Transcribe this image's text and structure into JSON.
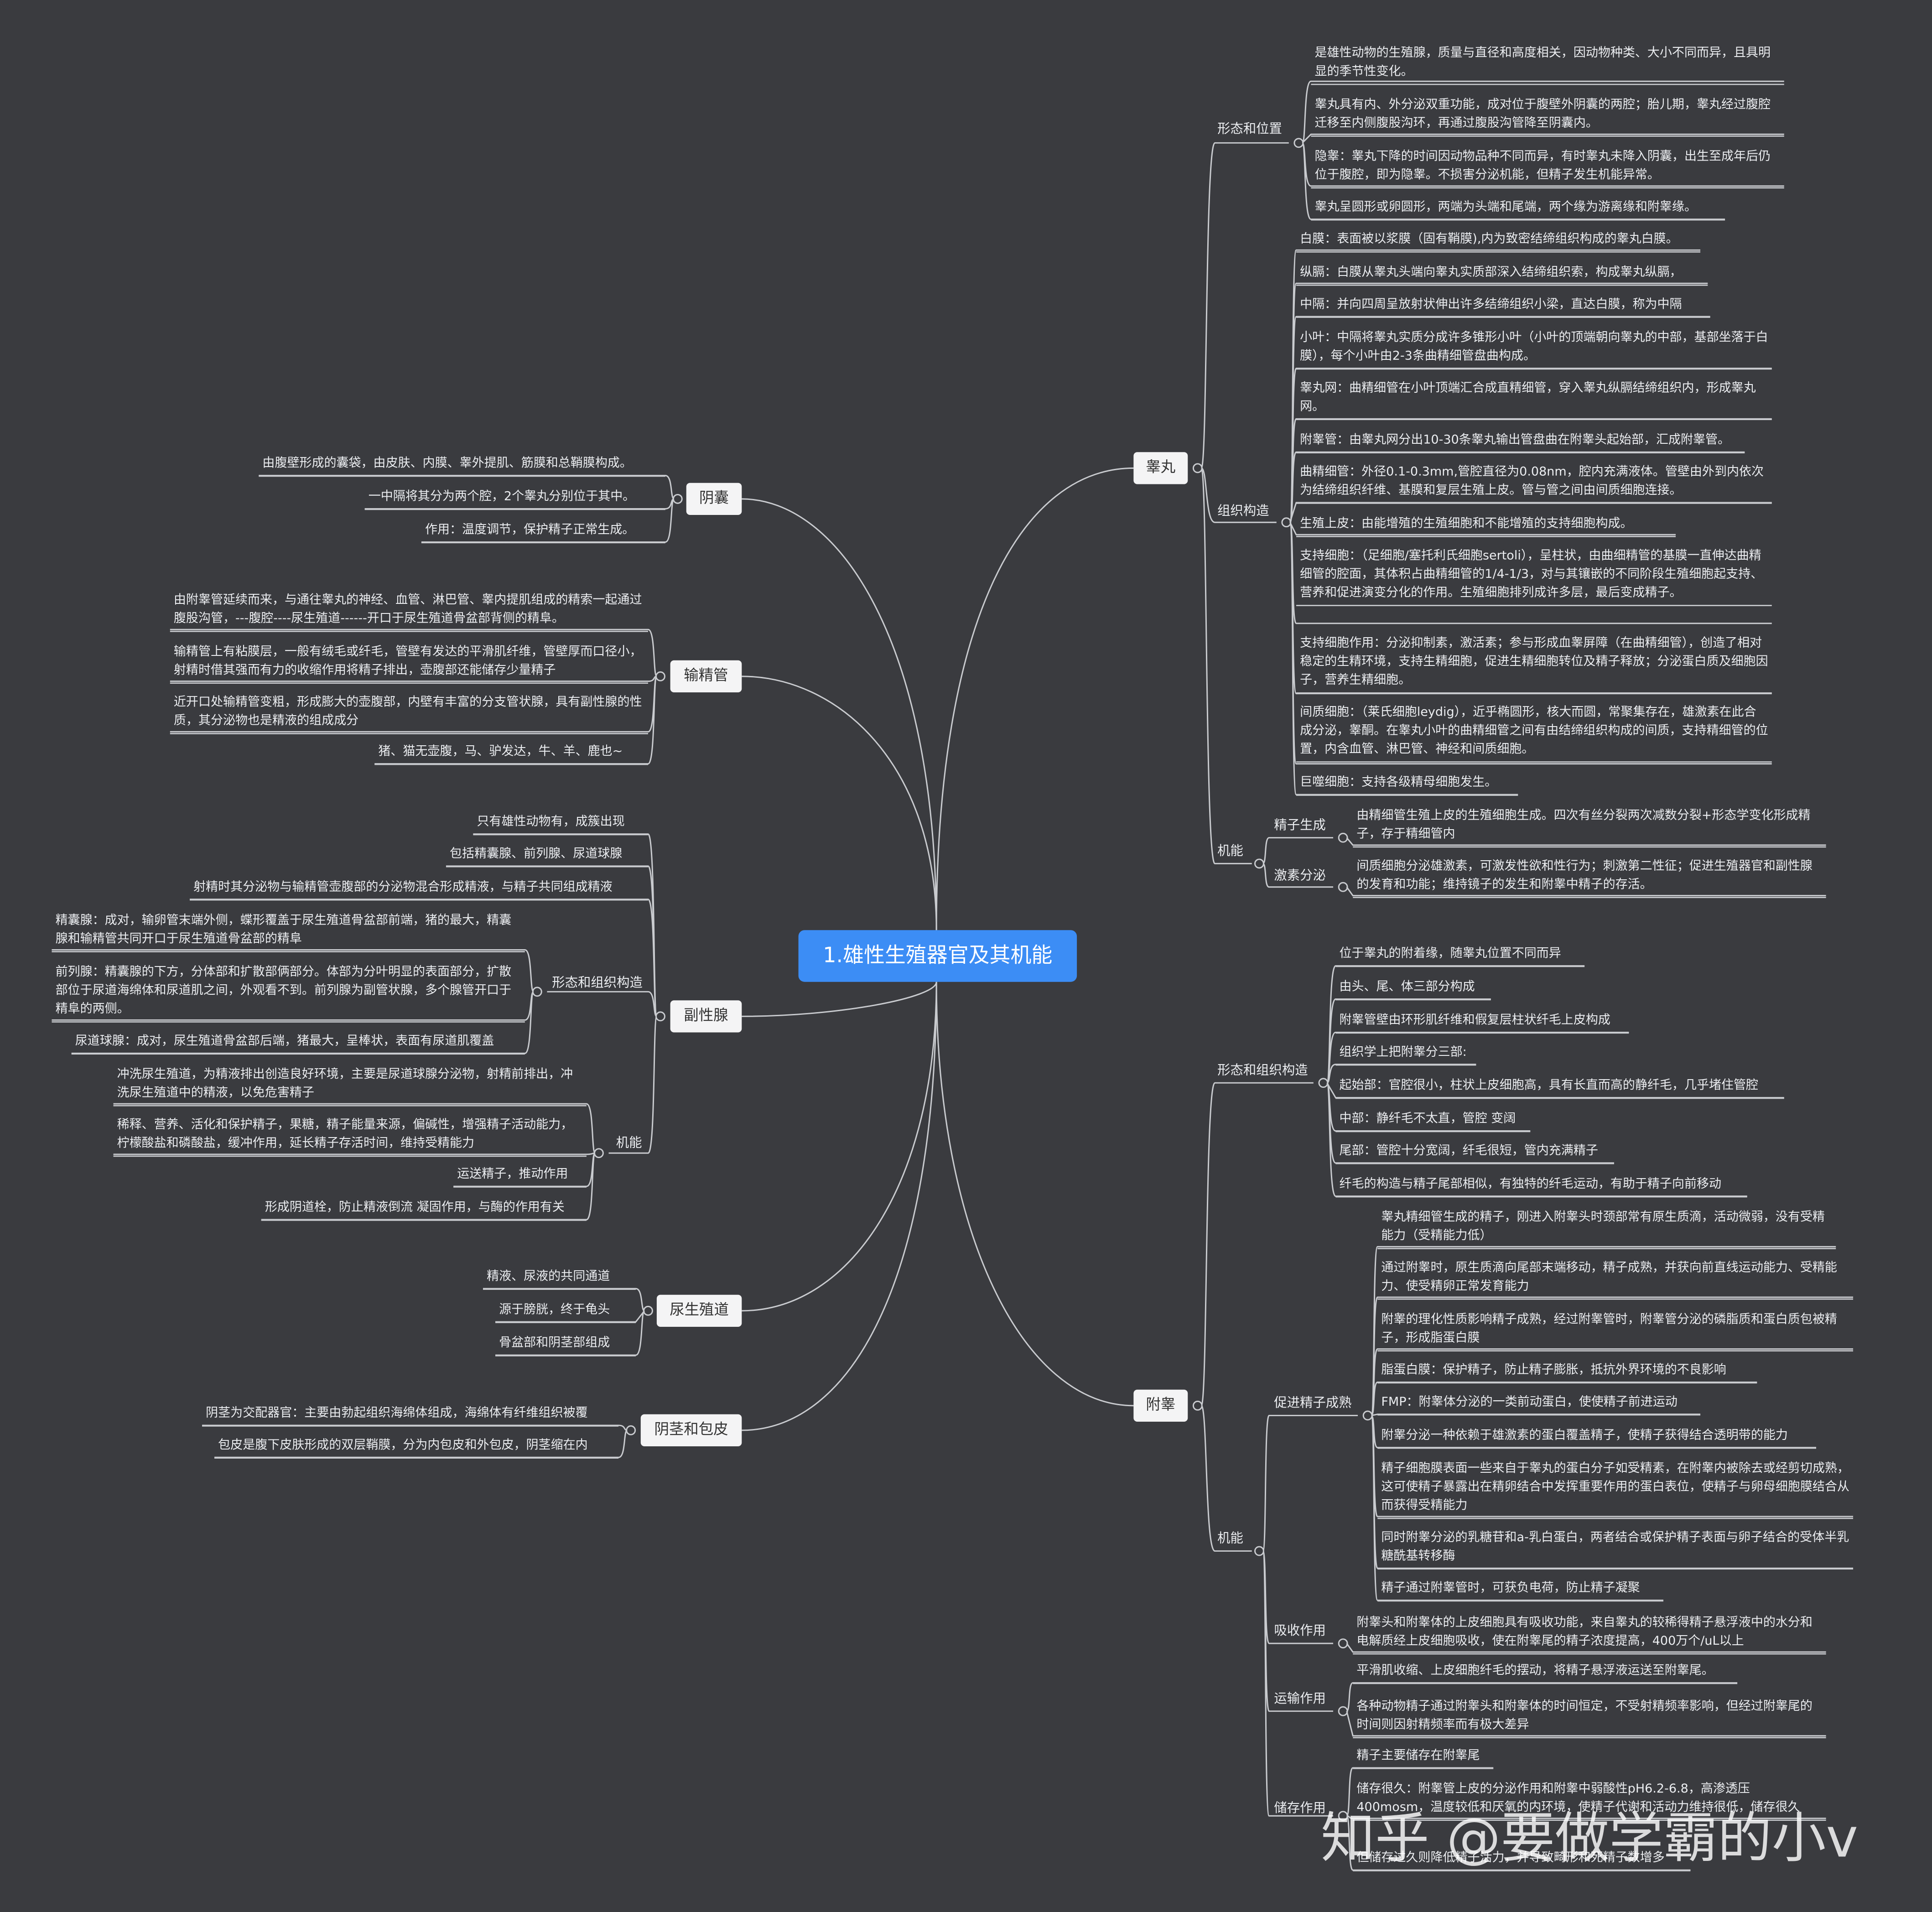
{
  "root": "1.雄性生殖器官及其机能",
  "branches": {
    "gaowan": {
      "label": "睾丸",
      "xingtai": {
        "label": "形态和位置",
        "items": [
          "是雄性动物的生殖腺，质量与直径和高度相关，因动物种类、大小不同而异，且具明显的季节性变化。",
          "睾丸具有内、外分泌双重功能，成对位于腹壁外阴囊的两腔；胎儿期，睾丸经过腹腔迁移至内侧腹股沟环，再通过腹股沟管降至阴囊内。",
          "隐睾：睾丸下降的时间因动物品种不同而异，有时睾丸未降入阴囊，出生至成年后仍位于腹腔，即为隐睾。不损害分泌机能，但精子发生机能异常。",
          "睾丸呈圆形或卵圆形，两端为头端和尾端，两个缘为游离缘和附睾缘。"
        ]
      },
      "zuzhi": {
        "label": "组织构造",
        "items": [
          "白膜：表面被以浆膜（固有鞘膜),内为致密结缔组织构成的睾丸白膜。",
          "纵膈：白膜从睾丸头端向睾丸实质部深入结缔组织索，构成睾丸纵膈，",
          "中隔：并向四周呈放射状伸出许多结缔组织小梁，直达白膜，称为中隔",
          "小叶：中隔将睾丸实质分成许多锥形小叶（小叶的顶端朝向睾丸的中部，基部坐落于白膜），每个小叶由2-3条曲精细管盘曲构成。",
          "睾丸网：曲精细管在小叶顶端汇合成直精细管，穿入睾丸纵膈结缔组织内，形成睾丸网。",
          "附睾管：由睾丸网分出10-30条睾丸输出管盘曲在附睾头起始部，汇成附睾管。",
          "曲精细管：外径0.1-0.3mm,管腔直径为0.08nm，腔内充满液体。管壁由外到内依次为结缔组织纤维、基膜和复层生殖上皮。管与管之间由间质细胞连接。",
          "生殖上皮：由能增殖的生殖细胞和不能增殖的支持细胞构成。",
          "支持细胞：（足细胞/塞托利氏细胞sertoli），呈柱状，由曲细精管的基膜一直伸达曲精细管的腔面，其体积占曲精细管的1/4-1/3，对与其镶嵌的不同阶段生殖细胞起支持、营养和促进演变分化的作用。生殖细胞排列成许多层，最后变成精子。",
          "支持细胞作用：分泌抑制素，激活素；参与形成血睾屏障（在曲精细管），创造了相对稳定的生精环境，支持生精细胞，促进生精细胞转位及精子释放；分泌蛋白质及细胞因子，营养生精细胞。",
          "间质细胞：（莱氏细胞leydig），近乎椭圆形，核大而圆，常聚集存在，雄激素在此合成分泌，睾酮。在睾丸小叶的曲精细管之间有由结缔组织构成的间质，支持精细管的位置，内含血管、淋巴管、神经和间质细胞。",
          "巨噬细胞：支持各级精母细胞发生。"
        ]
      },
      "jineng": {
        "label": "机能",
        "jingzi": {
          "label": "精子生成",
          "text": "由精细管生殖上皮的生殖细胞生成。四次有丝分裂两次减数分裂+形态学变化形成精子，存于精细管内"
        },
        "jisu": {
          "label": "激素分泌",
          "text": "间质细胞分泌雄激素，可激发性欲和性行为；刺激第二性征；促进生殖器官和副性腺的发育和功能；维持镜子的发生和附睾中精子的存活。"
        }
      }
    },
    "fugao": {
      "label": "附睾",
      "xingtai": {
        "label": "形态和组织构造",
        "items": [
          "位于睾丸的附着缘，随睾丸位置不同而异",
          "由头、尾、体三部分构成",
          "附睾管壁由环形肌纤维和假复层柱状纤毛上皮构成",
          "组织学上把附睾分三部:",
          "起始部：官腔很小，柱状上皮细胞高，具有长直而高的静纤毛，几乎堵住管腔",
          "中部：静纤毛不太直，管腔 变阔",
          "尾部：管腔十分宽阔，纤毛很短，管内充满精子",
          "纤毛的构造与精子尾部相似，有独特的纤毛运动，有助于精子向前移动"
        ]
      },
      "jineng": {
        "label": "机能",
        "cujin": {
          "label": "促进精子成熟",
          "items": [
            "睾丸精细管生成的精子，刚进入附睾头时颈部常有原生质滴，活动微弱，没有受精能力（受精能力低）",
            "通过附睾时，原生质滴向尾部末端移动，精子成熟，并获向前直线运动能力、受精能力、使受精卵正常发育能力",
            "附睾的理化性质影响精子成熟，经过附睾管时，附睾管分泌的磷脂质和蛋白质包被精子，形成脂蛋白膜",
            "脂蛋白膜：保护精子，防止精子膨胀，抵抗外界环境的不良影响",
            "FMP：附睾体分泌的一类前动蛋白，使使精子前进运动",
            "附睾分泌一种依赖于雄激素的蛋白覆盖精子，使精子获得结合透明带的能力",
            "精子细胞膜表面一些来自于睾丸的蛋白分子如受精素，在附睾内被除去或经剪切成熟，这可使精子暴露出在精卵结合中发挥重要作用的蛋白表位，使精子与卵母细胞膜结合从而获得受精能力",
            "同时附睾分泌的乳糖苷和a-乳白蛋白，两者结合或保护精子表面与卵子结合的受体半乳糖酰基转移酶",
            "精子通过附睾管时，可获负电荷，防止精子凝聚"
          ]
        },
        "xishou": {
          "label": "吸收作用",
          "text": "附睾头和附睾体的上皮细胞具有吸收功能，来自睾丸的较稀得精子悬浮液中的水分和电解质经上皮细胞吸收，使在附睾尾的精子浓度提高，400万个/uL以上"
        },
        "yunshu": {
          "label": "运输作用",
          "items": [
            "平滑肌收缩、上皮细胞纤毛的摆动，将精子悬浮液运送至附睾尾。",
            "各种动物精子通过附睾头和附睾体的时间恒定，不受射精频率影响，但经过附睾尾的时间则因射精频率而有极大差异"
          ]
        },
        "zhucun": {
          "label": "储存作用",
          "items": [
            "精子主要储存在附睾尾",
            "储存很久：附睾管上皮的分泌作用和附睾中弱酸性pH6.2-6.8，高渗透压400mosm，温度较低和厌氧的内环境，使精子代谢和活动力维持很低，储存很久",
            "但储存过久则降低精子活力，并导致畸形和死精子数增多"
          ]
        }
      }
    },
    "yinnang": {
      "label": "阴囊",
      "items": [
        "由腹壁形成的囊袋，由皮肤、内膜、睾外提肌、筋膜和总鞘膜构成。",
        "一中隔将其分为两个腔，2个睾丸分别位于其中。",
        "作用：温度调节，保护精子正常生成。"
      ]
    },
    "shujingguan": {
      "label": "输精管",
      "items": [
        "由附睾管延续而来，与通往睾丸的神经、血管、淋巴管、睾内提肌组成的精索一起通过腹股沟管，---腹腔----尿生殖道------开口于尿生殖道骨盆部背侧的精阜。",
        "输精管上有粘膜层，一般有绒毛或纤毛，管壁有发达的平滑肌纤维，管壁厚而口径小，射精时借其强而有力的收缩作用将精子排出，壶腹部还能储存少量精子",
        "近开口处输精管变粗，形成膨大的壶腹部，内壁有丰富的分支管状腺，具有副性腺的性质，其分泌物也是精液的组成成分",
        "猪、猫无壶腹，马、驴发达，牛、羊、鹿也~"
      ]
    },
    "fuxingxian": {
      "label": "副性腺",
      "top_items": [
        "只有雄性动物有，成簇出现",
        "包括精囊腺、前列腺、尿道球腺",
        "射精时其分泌物与输精管壶腹部的分泌物混合形成精液，与精子共同组成精液"
      ],
      "xingtai": {
        "label": "形态和组织构造",
        "items": [
          "精囊腺：成对，输卵管末端外侧，蝶形覆盖于尿生殖道骨盆部前端，猪的最大，精囊腺和输精管共同开口于尿生殖道骨盆部的精阜",
          "前列腺：精囊腺的下方，分体部和扩散部俩部分。体部为分叶明显的表面部分，扩散部位于尿道海绵体和尿道肌之间，外观看不到。前列腺为副管状腺，多个腺管开口于精阜的两侧。",
          "尿道球腺：成对，尿生殖道骨盆部后端，猪最大，呈棒状，表面有尿道肌覆盖"
        ]
      },
      "jineng": {
        "label": "机能",
        "items": [
          "冲洗尿生殖道，为精液排出创造良好环境，主要是尿道球腺分泌物，射精前排出，冲洗尿生殖道中的精液，以免危害精子",
          "稀释、营养、活化和保护精子，果糖，精子能量来源，偏碱性，增强精子活动能力，柠檬酸盐和磷酸盐，缓冲作用，延长精子存活时间，维持受精能力",
          "运送精子，推动作用",
          "形成阴道栓，防止精液倒流 凝固作用，与酶的作用有关"
        ]
      }
    },
    "niaoshengzhidao": {
      "label": "尿生殖道",
      "items": [
        "精液、尿液的共同通道",
        "源于膀胱，终于龟头",
        "骨盆部和阴茎部组成"
      ]
    },
    "yinjing": {
      "label": "阴茎和包皮",
      "items": [
        "阴茎为交配器官：主要由勃起组织海绵体组成，海绵体有纤维组织被覆",
        "包皮是腹下皮肤形成的双层鞘膜，分为内包皮和外包皮，阴茎缩在内"
      ]
    }
  },
  "watermark": "知乎 @要做学霸的小v"
}
